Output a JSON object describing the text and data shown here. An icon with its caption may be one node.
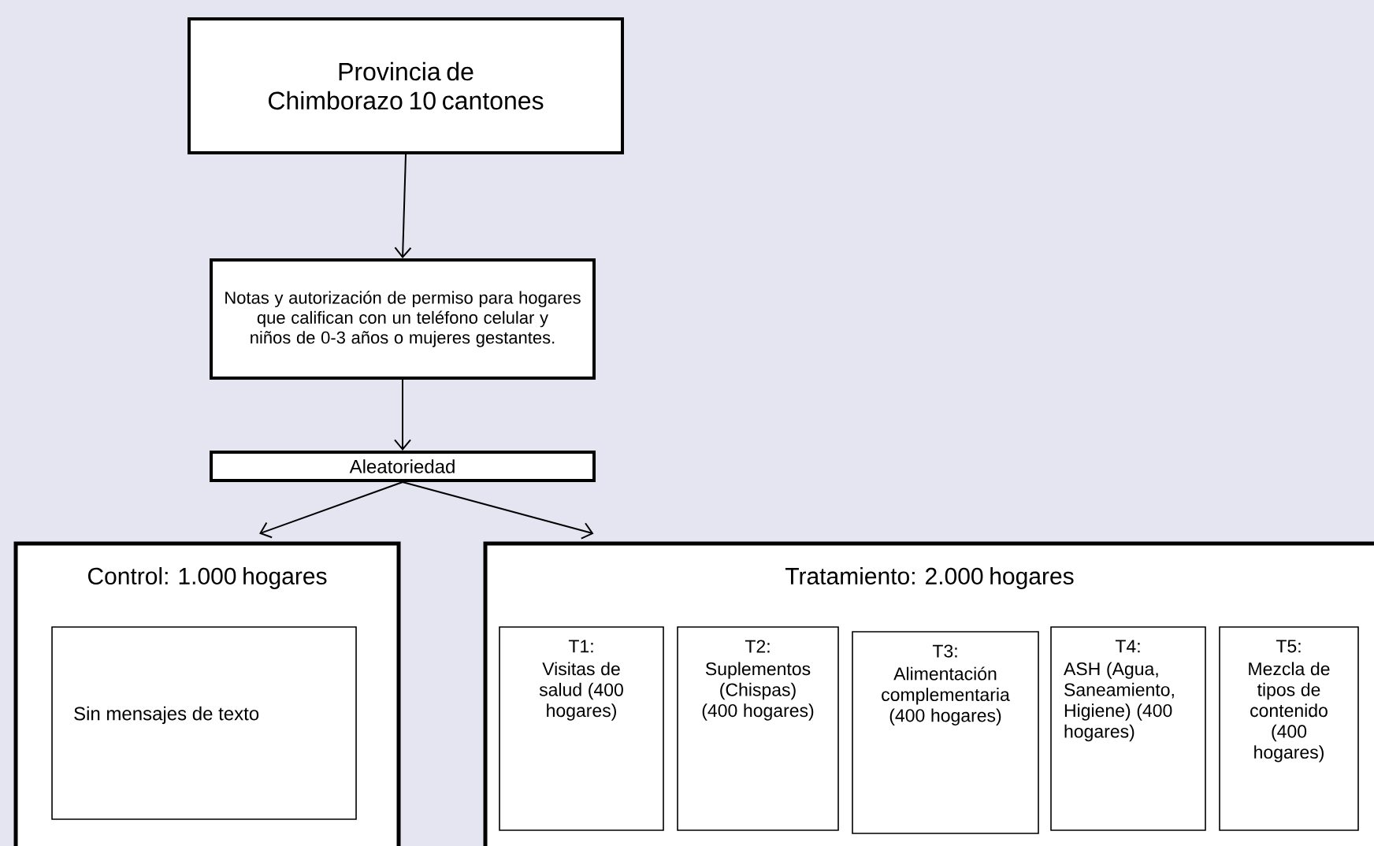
{
  "diagram": {
    "nodes": [
      {
        "text": [
          "Provincia de Chimborazo 10 cantones"
        ]
      },
      {
        "text": [
          "Notas y autorización de permiso para hogares que califican con un teléfono celular y niños de 0-3 años o mujeres gestantes."
        ]
      },
      {
        "text": [
          "Aleatoriedad"
        ]
      },
      {
        "text": [
          "Control: 1.000 hogares"
        ]
      },
      {
        "text": [
          "Sin mensajes de texto"
        ],
        "in": 3
      },
      {
        "text": [
          "Tratamiento: 2.000 hogares"
        ]
      },
      {
        "text": [
          "T1:",
          "Visitas de salud (400 hogares)"
        ],
        "in": 5
      },
      {
        "text": [
          "T2:",
          "Suplementos (Chispas) (400 hogares)"
        ],
        "in": 5
      },
      {
        "text": [
          "T3:",
          "Alimentación complementaria (400 hogares)"
        ],
        "in": 5
      },
      {
        "text": [
          "T4:",
          "ASH (Agua, Saneamiento, Higiene) (400 hogares)"
        ],
        "in": 5
      },
      {
        "text": [
          "T5:",
          "Mezcla de tipos de contenido (400 hogares)"
        ],
        "in": 5
      }
    ],
    "edges": [
      {
        "from": 0,
        "to": 1,
        "arrow": "to"
      },
      {
        "from": 1,
        "to": 2,
        "arrow": "to"
      },
      {
        "from": 2,
        "to": 3,
        "arrow": "to"
      },
      {
        "from": 2,
        "to": 5,
        "arrow": "to"
      }
    ]
  }
}
